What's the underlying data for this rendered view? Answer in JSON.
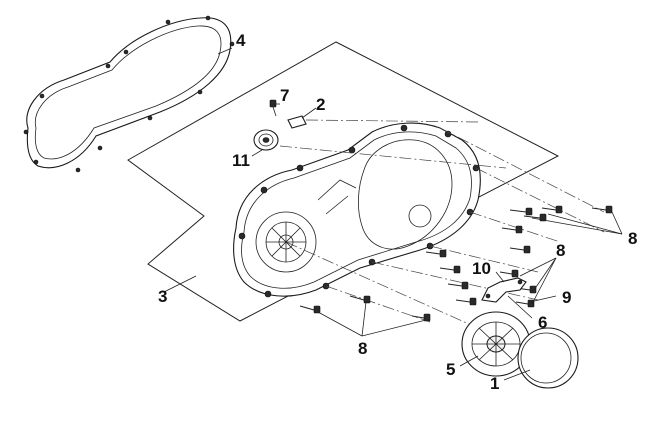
{
  "callouts": {
    "c1": "1",
    "c2": "2",
    "c3": "3",
    "c4": "4",
    "c5": "5",
    "c6": "6",
    "c7": "7",
    "c8a": "8",
    "c8b": "8",
    "c8c": "8",
    "c9": "9",
    "c10": "10",
    "c11": "11"
  }
}
